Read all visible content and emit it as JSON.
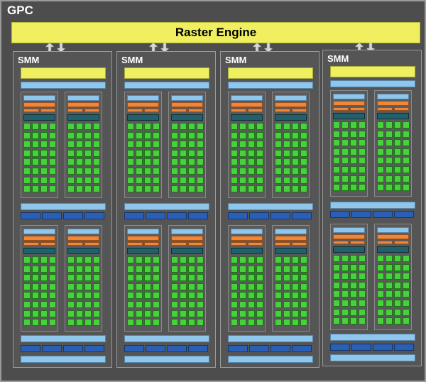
{
  "gpc": {
    "label": "GPC"
  },
  "raster_engine": {
    "label": "Raster Engine"
  },
  "smms": [
    {
      "label": "SMM"
    },
    {
      "label": "SMM"
    },
    {
      "label": "SMM"
    },
    {
      "label": "SMM"
    }
  ],
  "colors": {
    "background": "#4d4d4d",
    "raster_yellow": "#efef60",
    "light_blue": "#8fc6ec",
    "dark_blue": "#2a5fb6",
    "orange": "#f08638",
    "teal": "#22606a",
    "core_green": "#45d23a"
  },
  "structure": {
    "smm_count": 4,
    "processing_blocks_per_smm": 4,
    "core_columns_per_block": 4,
    "core_rows_per_block": 8,
    "dark_blue_units_per_row": 4
  }
}
